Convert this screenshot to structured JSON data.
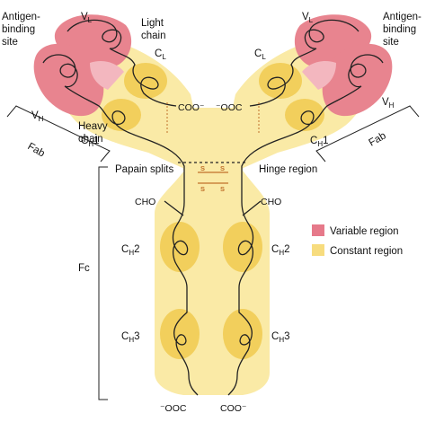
{
  "labels": {
    "antigen_left_1": "Antigen-",
    "antigen_left_2": "binding",
    "antigen_left_3": "site",
    "antigen_right_1": "Antigen-",
    "antigen_right_2": "binding",
    "antigen_right_3": "site",
    "light_chain_1": "Light",
    "light_chain_2": "chain",
    "heavy_chain_1": "Heavy",
    "heavy_chain_2": "chain",
    "papain": "Papain splits",
    "hinge": "Hinge region",
    "fab_left": "Fab",
    "fab_right": "Fab",
    "fc": "Fc",
    "cho_left": "CHO",
    "cho_right": "CHO",
    "coo_left_arm": "COO⁻",
    "ooc_right_arm": "⁻OOC",
    "ooc_bottom": "⁻OOC",
    "coo_bottom": "COO⁻",
    "disulfide": "S",
    "v": "V",
    "c": "C",
    "sub_l": "L",
    "sub_h": "H",
    "sub_h1": "H",
    "num_1": "1",
    "num_2": "2",
    "num_3": "3"
  },
  "legend": {
    "variable": {
      "label": "Variable region",
      "color": "#e6798a"
    },
    "constant": {
      "label": "Constant region",
      "color": "#f7dc7e"
    }
  },
  "colors": {
    "constant_fill": "#faeaa6",
    "domain_fill": "#f2cf5c",
    "variable_fill": "#e8848f",
    "variable_light": "#f3b7bf",
    "chain_line": "#222222",
    "disulfide": "#c0702a"
  }
}
